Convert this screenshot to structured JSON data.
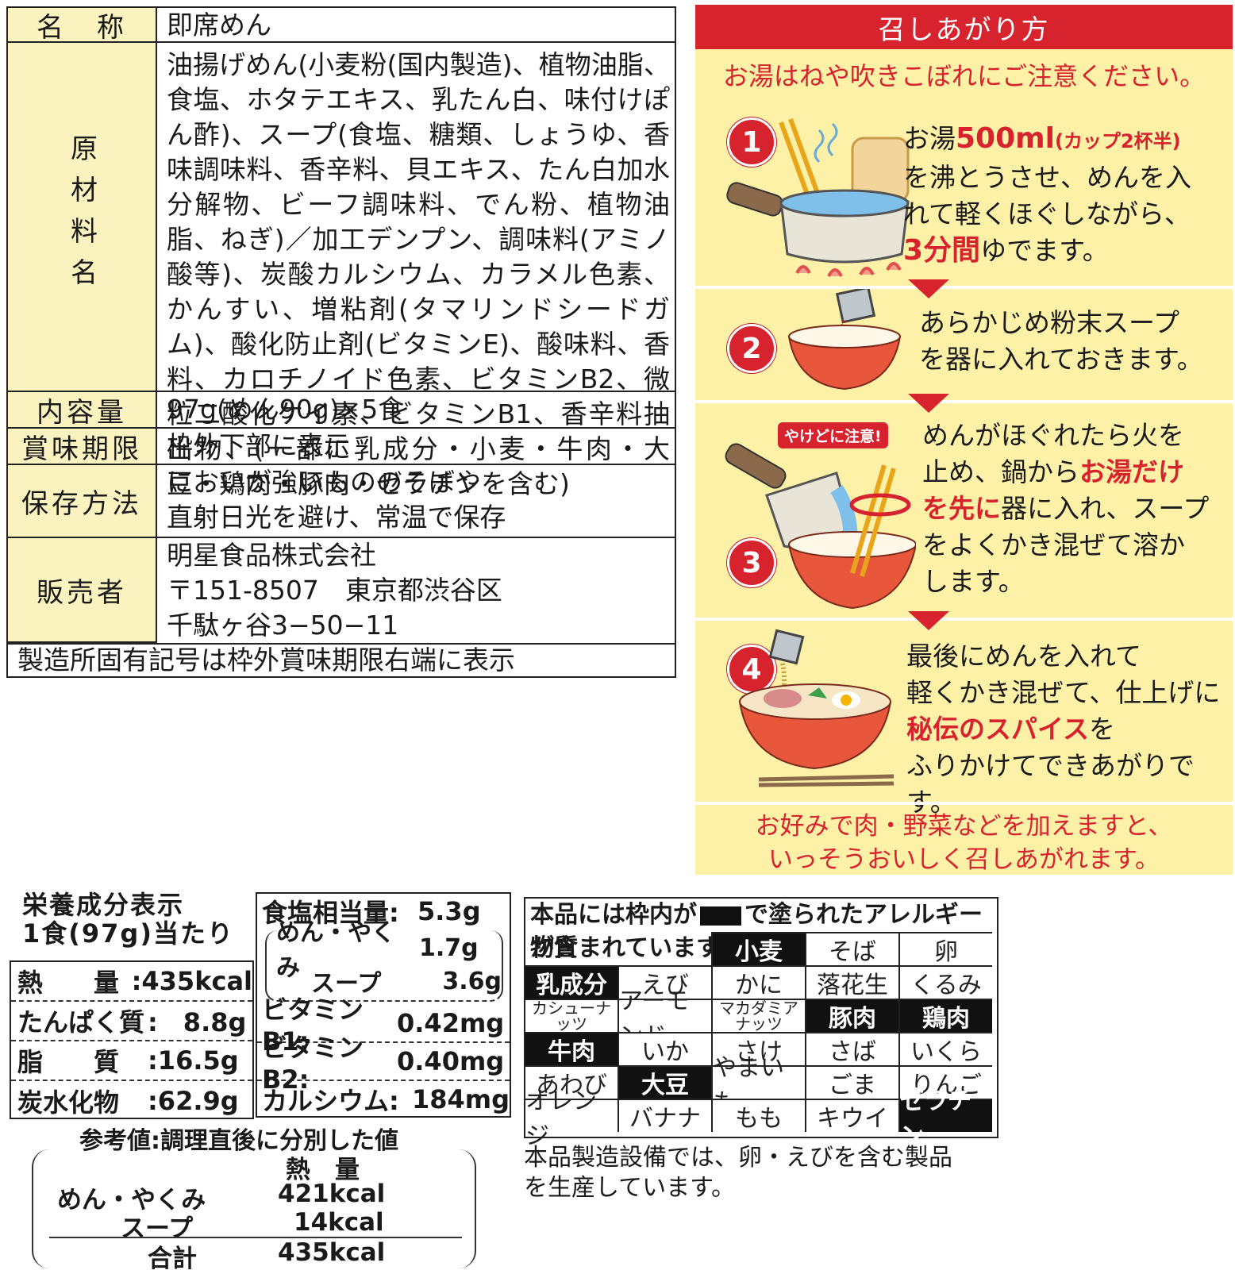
{
  "info_table": {
    "name_label": "名　称",
    "name_value": "即席めん",
    "ingredients_label": "原材料名",
    "ingredients_value": "油揚げめん(小麦粉(国内製造)、植物油脂、食塩、ホタテエキス、乳たん白、味付けぽん酢)、スープ(食塩、糖類、しょうゆ、香味調味料、香辛料、貝エキス、たん白加水分解物、ビーフ調味料、でん粉、植物油脂、ねぎ)／加工デンプン、調味料(アミノ酸等)、炭酸カルシウム、カラメル色素、かんすい、増粘剤(タマリンドシードガム)、酸化防止剤(ビタミンE)、酸味料、香料、カロチノイド色素、ビタミンB2、微粒二酸化ケイ素、ビタミンB1、香辛料抽出物、(一部に乳成分・小麦・牛肉・大豆・鶏肉・豚肉・ゼラチンを含む)",
    "content_label": "内容量",
    "content_value": "97g(めん90g)×5食",
    "expiry_label": "賞味期限",
    "expiry_value": "枠外下部に表示",
    "storage_label": "保存方法",
    "storage_line1": "においが強いもののそばや",
    "storage_line2": "直射日光を避け、常温で保存",
    "seller_label": "販売者",
    "seller_line1": "明星食品株式会社",
    "seller_line2": "〒151-8507　東京都渋谷区",
    "seller_line3": "千駄ヶ谷3−50−11",
    "mfg_note": "製造所固有記号は枠外賞味期限右端に表示"
  },
  "howto": {
    "title": "召しあがり方",
    "note": "お湯はねや吹きこぼれにご注意ください。",
    "step1": {
      "num": "1",
      "a": "お湯",
      "b": "500ml",
      "c": "(カップ2杯半)",
      "d": "を沸とうさせ、めんを入",
      "e": "れて軽くほぐしながら、",
      "f": "3分間",
      "g": "ゆでます。"
    },
    "step2": {
      "num": "2",
      "line1": "あらかじめ粉末スープ",
      "line2": "を器に入れておきます。"
    },
    "step3": {
      "num": "3",
      "caution": "やけどに注意!",
      "line1": "めんがほぐれたら火を",
      "a": "止め、鍋から",
      "b": "お湯だけ",
      "c": "を先に",
      "d": "器に入れ、スープ",
      "line4": "をよくかき混ぜて溶か",
      "line5": "します。"
    },
    "step4": {
      "num": "4",
      "line1": "最後にめんを入れて",
      "line2": "軽くかき混ぜて、仕上げに",
      "a": "秘伝のスパイス",
      "b": "を",
      "line4": "ふりかけてできあがりです。"
    },
    "footer1": "お好みで肉・野菜などを加えますと、",
    "footer2": "いっそうおいしく召しあがれます。"
  },
  "nutrition": {
    "title1": "栄養成分表示",
    "title2": "1食(97g)当たり",
    "energy_label": "熱　　量",
    "energy_value": ":435kcal",
    "protein_label": "たんぱく質",
    "protein_value": ":　8.8g",
    "fat_label": "脂　　質",
    "fat_value": ":16.5g",
    "carb_label": "炭水化物",
    "carb_value": ":62.9g",
    "salt_label": "食塩相当量:",
    "salt_value": "5.3g",
    "noodle_label": "めん・やくみ",
    "noodle_value": "1.7g",
    "soup_label": "スープ",
    "soup_value": "3.6g",
    "b1_label": "ビタミンB1:",
    "b1_value": "0.42mg",
    "b2_label": "ビタミンB2:",
    "b2_value": "0.40mg",
    "ca_label": "カルシウム:",
    "ca_value": "184mg",
    "ref_title": "参考値:調理直後に分別した値",
    "ref_head": "熱　量",
    "ref_noodle_label": "めん・やくみ",
    "ref_noodle_value": "421kcal",
    "ref_soup_label": "スープ",
    "ref_soup_value": "14kcal",
    "ref_total_label": "合計",
    "ref_total_value": "435kcal"
  },
  "allergen": {
    "header_a": "本品には枠内が",
    "header_b": "で塗られたアレルギー物質",
    "header_c": "が含まれています。",
    "cells": [
      {
        "t": "小麦",
        "on": true
      },
      {
        "t": "そば",
        "on": false
      },
      {
        "t": "卵",
        "on": false
      },
      {
        "t": "乳成分",
        "on": true
      },
      {
        "t": "えび",
        "on": false
      },
      {
        "t": "かに",
        "on": false
      },
      {
        "t": "落花生",
        "on": false
      },
      {
        "t": "くるみ",
        "on": false
      },
      {
        "t": "カシューナッツ",
        "on": false
      },
      {
        "t": "アーモンド",
        "on": false
      },
      {
        "t": "マカダミアナッツ",
        "on": false
      },
      {
        "t": "豚肉",
        "on": true
      },
      {
        "t": "鶏肉",
        "on": true
      },
      {
        "t": "牛肉",
        "on": true
      },
      {
        "t": "いか",
        "on": false
      },
      {
        "t": "さけ",
        "on": false
      },
      {
        "t": "さば",
        "on": false
      },
      {
        "t": "いくら",
        "on": false
      },
      {
        "t": "あわび",
        "on": false
      },
      {
        "t": "大豆",
        "on": true
      },
      {
        "t": "やまいも",
        "on": false
      },
      {
        "t": "ごま",
        "on": false
      },
      {
        "t": "りんご",
        "on": false
      },
      {
        "t": "オレンジ",
        "on": false
      },
      {
        "t": "バナナ",
        "on": false
      },
      {
        "t": "もも",
        "on": false
      },
      {
        "t": "キウイ",
        "on": false
      },
      {
        "t": "ゼラチン",
        "on": true
      }
    ],
    "note1": "本品製造設備では、卵・えびを含む製品",
    "note2": "を生産しています。"
  }
}
